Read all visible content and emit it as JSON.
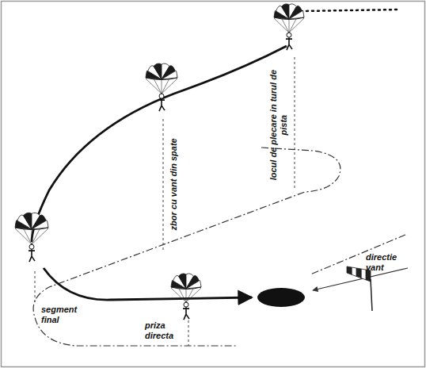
{
  "diagram": {
    "labels": [
      "zbor cu vant din spate",
      "locul de plecare in turul de pista",
      "directie vant",
      "segment final",
      "priza directa"
    ]
  }
}
